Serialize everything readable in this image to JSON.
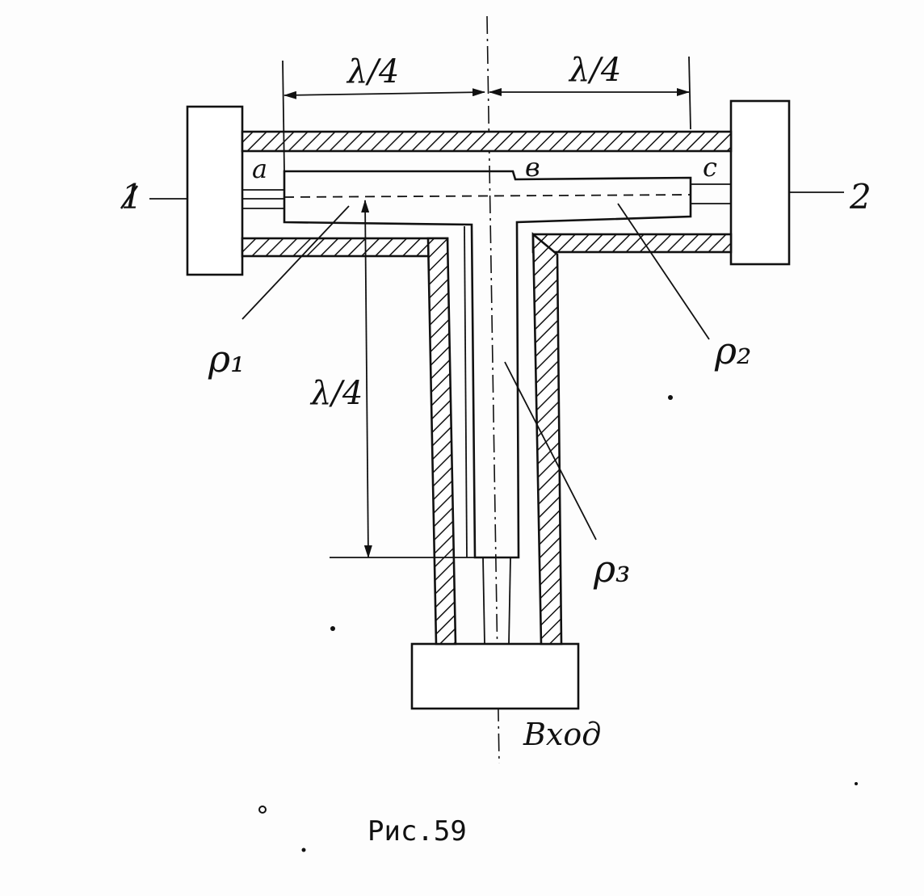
{
  "labels": {
    "port_left": "1",
    "port_right": "2",
    "point_a": "a",
    "point_b": "в",
    "point_c": "c",
    "dim_left_top": "λ/4",
    "dim_right_top": "λ/4",
    "dim_vertical": "λ/4",
    "rho1": "ρ₁",
    "rho2": "ρ₂",
    "rho3": "ρ₃",
    "input": "Вход",
    "caption": "Рис.59"
  }
}
